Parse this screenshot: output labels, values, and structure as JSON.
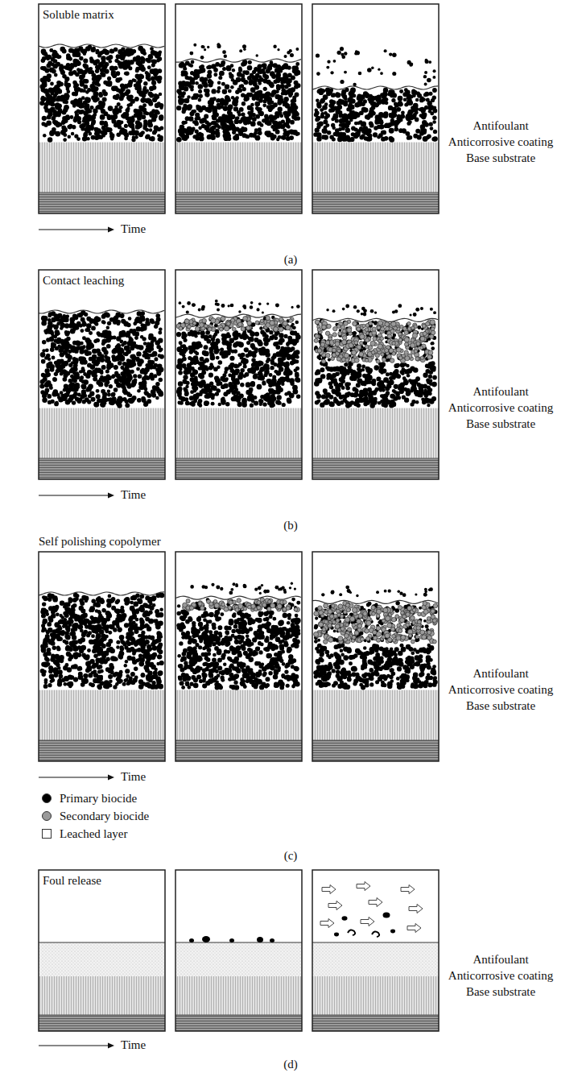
{
  "diagram": {
    "nodes": [
      {
        "text": [
          "Soluble matrix"
        ]
      },
      {
        "text": [
          "Contact leaching"
        ]
      },
      {
        "text": [
          "Self polishing copolymer"
        ]
      },
      {
        "text": [
          "Foul release"
        ]
      }
    ],
    "labels": [
      "Antifoulant",
      "Anticorrosive coating",
      "Base substrate",
      "Time",
      "(a)",
      "Antifoulant",
      "Anticorrosive coating",
      "Base substrate",
      "Time",
      "(b)",
      "Antifoulant",
      "Anticorrosive coating",
      "Base substrate",
      "Time",
      "(c)",
      "Antifoulant",
      "Anticorrosive coating",
      "Base substrate",
      "Time",
      "(d)"
    ],
    "legend": [
      {
        "text": "Primary biocide",
        "color": "#000000"
      },
      {
        "text": "Secondary biocide",
        "color": "#9a9a9a"
      },
      {
        "text": "Leached layer",
        "color": "#ffffff"
      }
    ]
  }
}
